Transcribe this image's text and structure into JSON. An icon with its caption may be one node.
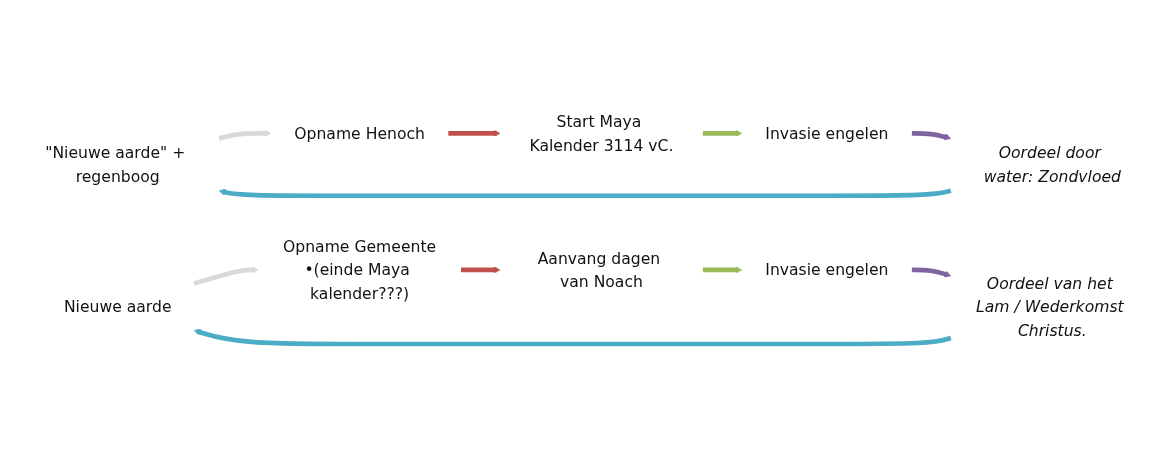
{
  "diagram": {
    "nodes": [
      {
        "text": [
          "\"Nieuwe aarde\" + regenboog"
        ]
      },
      {
        "text": [
          "Opname Henoch"
        ]
      },
      {
        "text": [
          "Start Maya Kalender 3114 vC."
        ]
      },
      {
        "text": [
          "Invasie engelen"
        ]
      },
      {
        "text": [
          "Oordeel door water: Zondvloed"
        ]
      },
      {
        "text": [
          "Nieuwe aarde"
        ]
      },
      {
        "text": [
          "Opname Gemeente",
          "•(einde Maya kalender???)"
        ]
      },
      {
        "text": [
          "Aanvang dagen van Noach"
        ]
      },
      {
        "text": [
          "Invasie engelen"
        ]
      },
      {
        "text": [
          "Oordeel van het Lam / Wederkomst Christus."
        ]
      }
    ],
    "edges": [
      {
        "from": 0,
        "to": 1,
        "arrow": "to",
        "color": "#d9d9d9"
      },
      {
        "from": 1,
        "to": 2,
        "arrow": "to",
        "color": "#c0504d"
      },
      {
        "from": 2,
        "to": 3,
        "arrow": "to",
        "color": "#9bbb59"
      },
      {
        "from": 3,
        "to": 4,
        "arrow": "to",
        "color": "#8064a2"
      },
      {
        "from": 4,
        "to": 0,
        "arrow": "to",
        "color": "#4bacc6"
      },
      {
        "from": 5,
        "to": 6,
        "arrow": "to",
        "color": "#d9d9d9"
      },
      {
        "from": 6,
        "to": 7,
        "arrow": "to",
        "color": "#c0504d"
      },
      {
        "from": 7,
        "to": 8,
        "arrow": "to",
        "color": "#9bbb59"
      },
      {
        "from": 8,
        "to": 9,
        "arrow": "to",
        "color": "#8064a2"
      },
      {
        "from": 9,
        "to": 5,
        "arrow": "to",
        "color": "#4bacc6"
      }
    ]
  }
}
